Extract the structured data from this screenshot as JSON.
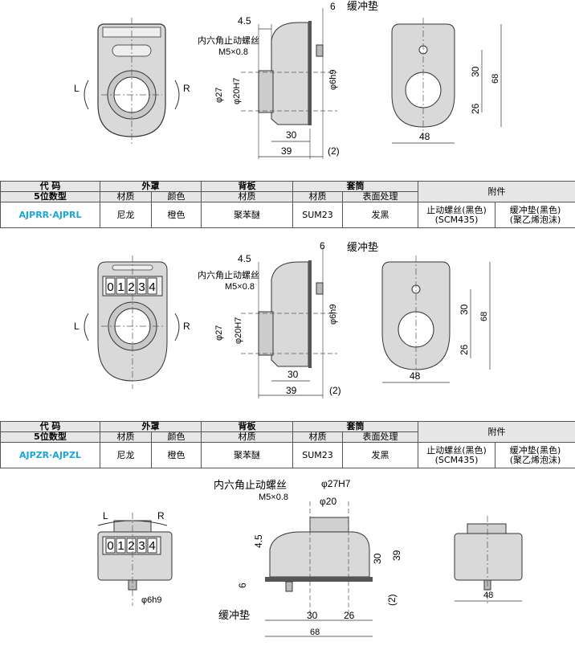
{
  "drawing1": {
    "dim_45": "4.5",
    "dim_6": "6",
    "cushion_label": "缓冲垫",
    "screw_label": "内六角止动螺丝",
    "screw_size": "M5×0.8",
    "dia_6": "φ6h9",
    "dia_27": "φ27",
    "dia_20": "φ20H7",
    "dim_30": "30",
    "dim_39": "39",
    "dim_2": "(2)",
    "dim_30v": "30",
    "dim_26v": "26",
    "dim_68v": "68",
    "dim_48": "48",
    "dir_left": "L",
    "dir_right": "R"
  },
  "table_headers": {
    "code": "代 码",
    "digits5": "5位数型",
    "cover": "外罩",
    "material": "材质",
    "color": "颜色",
    "back_plate": "背板",
    "sleeve": "套筒",
    "surface": "表面处理",
    "accessories": "附件"
  },
  "table1": {
    "model": "AJPRR·AJPRL",
    "cover_material": "尼龙",
    "cover_color": "橙色",
    "back_material": "聚苯醚",
    "sleeve_material": "SUM23",
    "sleeve_surface": "发黑",
    "acc1_line1": "止动螺丝(黑色)",
    "acc1_line2": "(SCM435)",
    "acc2_line1": "缓冲垫(黑色)",
    "acc2_line2": "(聚乙烯泡沫)"
  },
  "drawing2": {
    "counter_digits": [
      "0",
      "1",
      "2",
      "3",
      "4"
    ]
  },
  "table2": {
    "model": "AJPZR·AJPZL",
    "cover_material": "尼龙",
    "cover_color": "橙色",
    "back_material": "聚苯醚",
    "sleeve_material": "SUM23",
    "sleeve_surface": "发黑",
    "acc1_line1": "止动螺丝(黑色)",
    "acc1_line2": "(SCM435)",
    "acc2_line1": "缓冲垫(黑色)",
    "acc2_line2": "(聚乙烯泡沫)"
  },
  "drawing3": {
    "screw_label": "内六角止动螺丝",
    "screw_size": "M5×0.8",
    "dia_27": "φ27H7",
    "dia_20": "φ20",
    "dim_45": "4.5",
    "dim_6": "6",
    "dim_30v": "30",
    "dim_39v": "39",
    "dim_2": "(2)",
    "dim_30": "30",
    "dim_26": "26",
    "dim_68": "68",
    "dim_48": "48",
    "dia_6": "φ6h9",
    "cushion_label": "缓冲垫",
    "dir_left": "L",
    "dir_right": "R"
  }
}
